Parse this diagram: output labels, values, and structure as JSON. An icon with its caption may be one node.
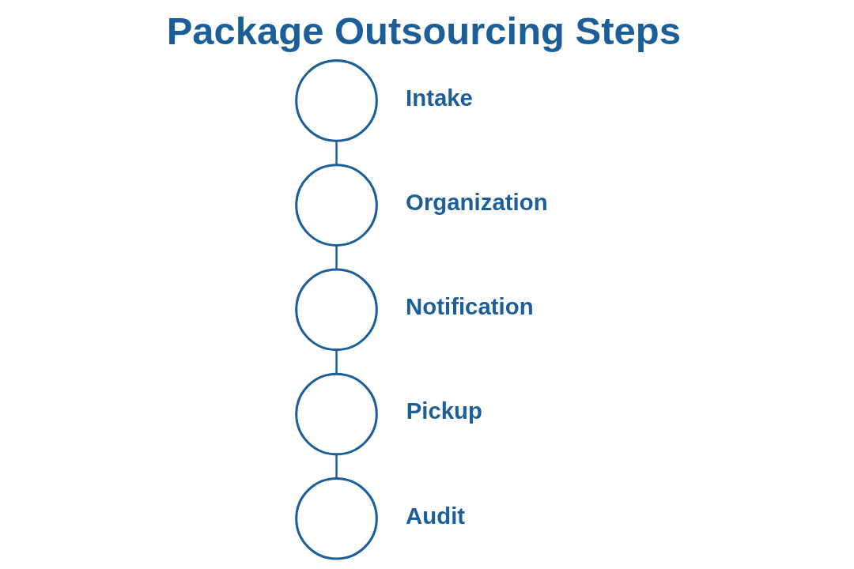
{
  "diagram": {
    "title": "Package Outsourcing Steps",
    "nodes": [
      {
        "text": [],
        "shape": "circle",
        "beside": [
          "Intake"
        ]
      },
      {
        "text": [],
        "shape": "circle",
        "beside": [
          "Organization"
        ]
      },
      {
        "text": [],
        "shape": "circle",
        "beside": [
          "Notification"
        ]
      },
      {
        "text": [],
        "shape": "circle",
        "beside": [
          "Pickup"
        ]
      },
      {
        "text": [],
        "shape": "circle",
        "beside": [
          "Audit"
        ]
      }
    ],
    "edges": [
      {
        "from": 0,
        "to": 1,
        "arrow": "none"
      },
      {
        "from": 1,
        "to": 2,
        "arrow": "none"
      },
      {
        "from": 2,
        "to": 3,
        "arrow": "none"
      },
      {
        "from": 3,
        "to": 4,
        "arrow": "none"
      }
    ]
  }
}
